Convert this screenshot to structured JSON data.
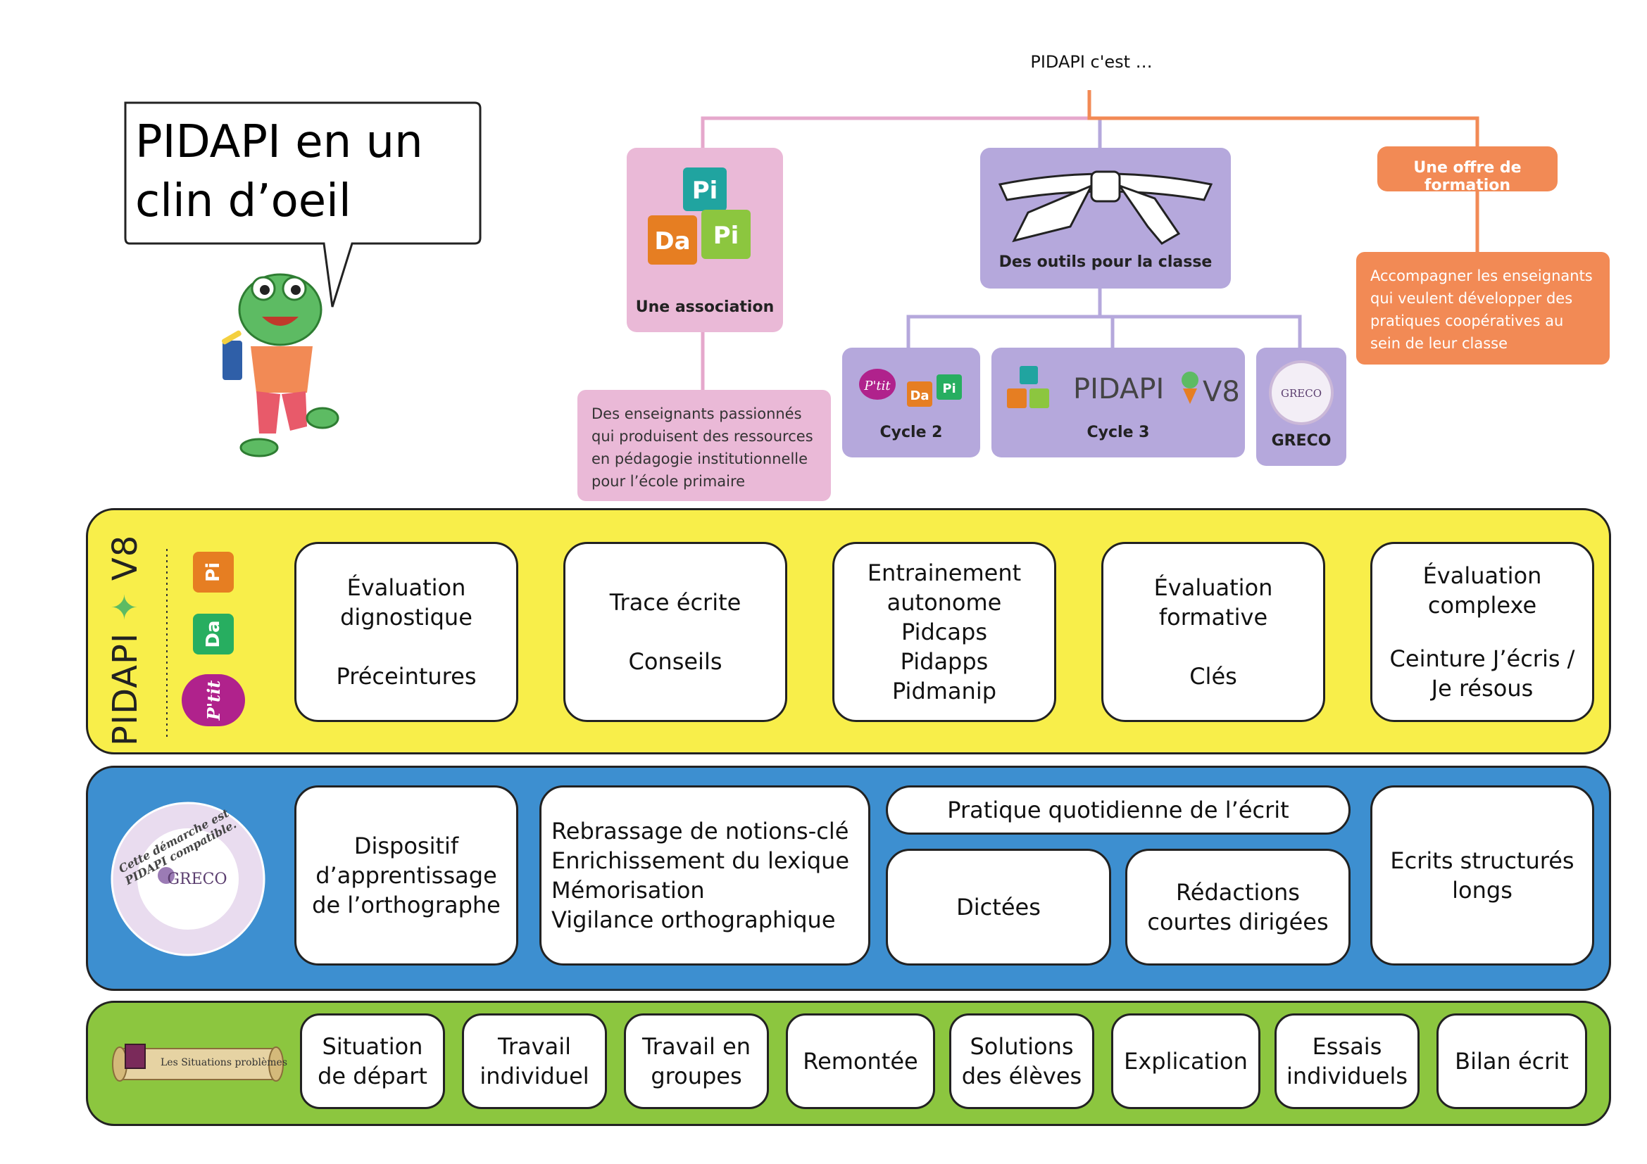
{
  "tree": {
    "root": "PIDAPI c'est …",
    "association": {
      "label": "Une association",
      "description": "Des enseignants passionnés\nqui produisent des ressources\nen pédagogie institutionnelle\npour l’école primaire"
    },
    "tools": {
      "label": "Des outils pour la classe",
      "children": [
        {
          "label": "Cycle 2",
          "logo_text": "P'tit"
        },
        {
          "label": "Cycle 3",
          "logo_text": "PIDAPI",
          "version": "V8"
        },
        {
          "label": "GRECO",
          "logo_text": "GRECO"
        }
      ]
    },
    "training": {
      "label": "Une offre de formation",
      "description": "Accompagner les enseignants\nqui veulent développer des\npratiques coopératives au\nsein de leur classe"
    }
  },
  "bubble": {
    "title": "PIDAPI en un\nclin d’oeil"
  },
  "cubes": {
    "pi": "Pi",
    "da": "Da",
    "ptit": "P'tit"
  },
  "band_pidapi": {
    "brand": "PIDAPI",
    "version": "V8",
    "cards": [
      {
        "line1": "Évaluation\ndignostique",
        "line2": "Préceintures"
      },
      {
        "line1": "Trace écrite",
        "line2": "Conseils"
      },
      {
        "line1": "Entrainement\nautonome\nPidcaps\nPidapps\nPidmanip",
        "line2": ""
      },
      {
        "line1": "Évaluation\nformative",
        "line2": "Clés"
      },
      {
        "line1": "Évaluation\ncomplexe",
        "line2": "Ceinture J’écris /\nJe résous"
      }
    ]
  },
  "band_greco": {
    "seal_top": "Cette démarche est PIDAPI compatible.",
    "seal_center": "GRECO",
    "cards": [
      {
        "text": "Dispositif\nd’apprentissage\nde l’orthographe"
      },
      {
        "text": "Rebrassage de notions-clé\nEnrichissement du lexique\nMémorisation\nVigilance orthographique"
      },
      {
        "text": "Pratique quotidienne de l’écrit"
      },
      {
        "text": "Dictées"
      },
      {
        "text": "Rédactions\ncourtes dirigées"
      },
      {
        "text": "Ecrits structurés\nlongs"
      }
    ]
  },
  "band_problems": {
    "scroll_label": "Les Situations problèmes",
    "steps": [
      "Situation\nde départ",
      "Travail\nindividuel",
      "Travail en\ngroupes",
      "Remontée",
      "Solutions\ndes élèves",
      "Explication",
      "Essais\nindividuels",
      "Bilan écrit"
    ]
  },
  "colors": {
    "pink": "#eab9d7",
    "purple": "#b5a8dc",
    "orange": "#f28a55",
    "yellow": "#f8ee4a",
    "blue": "#3d8fd0",
    "green": "#8cc63f"
  }
}
